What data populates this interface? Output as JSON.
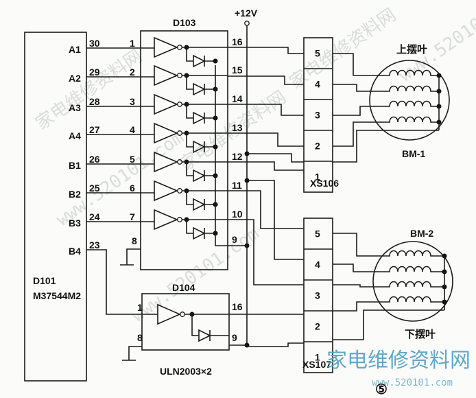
{
  "supply_label": "+12V",
  "d101": {
    "label": "D101",
    "part": "M37544M2",
    "pins": [
      {
        "name": "A1",
        "num": "30"
      },
      {
        "name": "A2",
        "num": "29"
      },
      {
        "name": "A3",
        "num": "28"
      },
      {
        "name": "A4",
        "num": "27"
      },
      {
        "name": "B1",
        "num": "26"
      },
      {
        "name": "B2",
        "num": "25"
      },
      {
        "name": "B3",
        "num": "24"
      },
      {
        "name": "B4",
        "num": "23"
      }
    ]
  },
  "d103": {
    "label": "D103",
    "in_pins": [
      "1",
      "2",
      "3",
      "4",
      "5",
      "6",
      "7"
    ],
    "out_pins": [
      "16",
      "15",
      "14",
      "13",
      "12",
      "11",
      "10"
    ],
    "gnd_pin": "8",
    "com_pin": "9"
  },
  "d104": {
    "label": "D104",
    "in_pin": "1",
    "out_pin": "16",
    "gnd_pin": "8",
    "com_pin": "9"
  },
  "chip_note": "ULN2003×2",
  "xs106": {
    "label": "XS106",
    "pins": [
      "5",
      "4",
      "3",
      "2",
      "1"
    ]
  },
  "xs107": {
    "label": "XS107",
    "pins": [
      "5",
      "4",
      "3",
      "2",
      "1"
    ]
  },
  "motor1": {
    "label": "BM-1",
    "caption": "上摆叶"
  },
  "motor2": {
    "label": "BM-2",
    "caption": "下摆叶"
  },
  "figure_number": "⑤",
  "watermarks": [
    "家电维修资料网",
    "www.520101.com",
    "家电维修资料网",
    "www.520101.com",
    "家电维修资料网",
    "www.520101.com"
  ],
  "footer": {
    "brand": "家电维修资料网",
    "url": "www.520101.com"
  }
}
